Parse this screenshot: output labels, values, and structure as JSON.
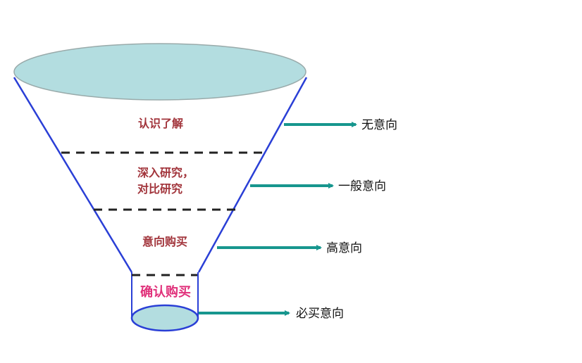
{
  "colors": {
    "funnel_fill": "#b3dde0",
    "funnel_edge": "#2a3fd6",
    "arrow": "#17968e",
    "stage_text": "#a2353c",
    "final_stage_text": "#e0307a"
  },
  "stages": [
    {
      "lines": [
        "认识了解"
      ],
      "intent": "无意向"
    },
    {
      "lines": [
        "深入研究，",
        "对比研究"
      ],
      "intent": "一般意向"
    },
    {
      "lines": [
        "意向购买"
      ],
      "intent": "高意向"
    },
    {
      "lines": [
        "确认购买"
      ],
      "intent": "必买意向"
    }
  ]
}
